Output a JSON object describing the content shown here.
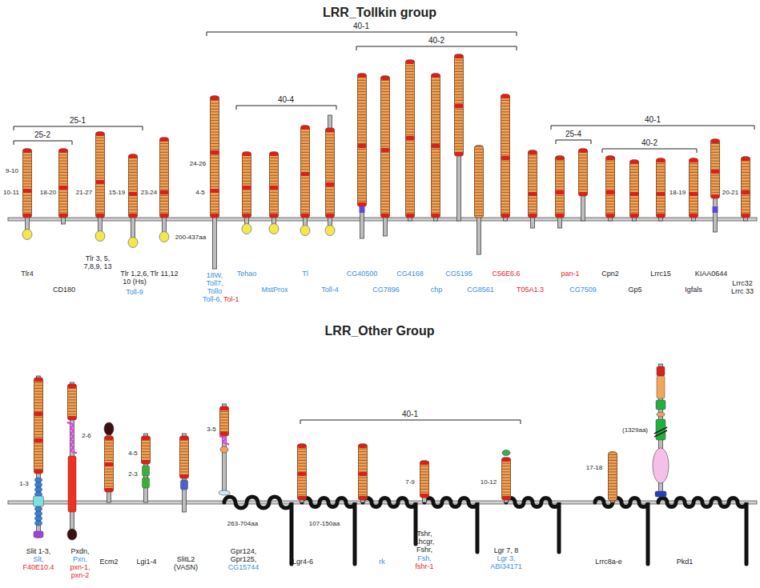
{
  "diagram": {
    "title": "LRR_Tollkin group",
    "labels": [
      "40-1",
      "40-2",
      "25-1",
      "25-2",
      "40-4",
      "40-1",
      "25-4",
      "40-2",
      "9-10",
      "10-11",
      "18-20",
      "21-27",
      "15-19",
      "23-24",
      "24-26",
      "4-5",
      "200-437aa",
      "18-19",
      "20-21",
      "Tlr4",
      "Tlr 3, 5, 7,8,9, 13",
      "Tlr 11,12",
      "18W, Toll7, Tollo",
      "Toll-6,",
      "Tol-1",
      "Tehao",
      "Tl",
      "CG40500",
      "CG4168",
      "CG5195",
      "C56E6.6",
      "pan-1",
      "Cpn2",
      "Lrrc15",
      "KIAA0644",
      "CD180",
      "Tlr 1,2,6, 10 (Hs)",
      "Toll-9",
      "MstProx",
      "Toll-4",
      "CG7896",
      "chp",
      "CG8561",
      "T05A1.3",
      "CG7509",
      "Gp5",
      "Igfals",
      "Lrrc32 Lrrc 33",
      "LRR_Other Group",
      "40-1",
      "2-6",
      "1-3",
      "4-5",
      "2-3",
      "3-5",
      "263-704aa",
      "107-150aa",
      "7-9",
      "10-12",
      "17-18",
      "(1329aa)",
      "Slit 1-3,",
      "Slt,",
      "F40E10.4",
      "Pxdn,",
      "Pxn,",
      "pxn-1,",
      "pxn-2",
      "Ecm2",
      "Lgi1-4",
      "SlitL2 (VASN)",
      "Gpr124, Gpr125,",
      "CG15744",
      "Lgr4-6",
      "rk",
      "Tshr, Lhcgr, Fshr,",
      "Fsh,",
      "fshr-1",
      "Lgr 7, 8",
      "Lgr 3,",
      "ABI34171",
      "Lrrc8a-e",
      "Pkd1"
    ]
  }
}
